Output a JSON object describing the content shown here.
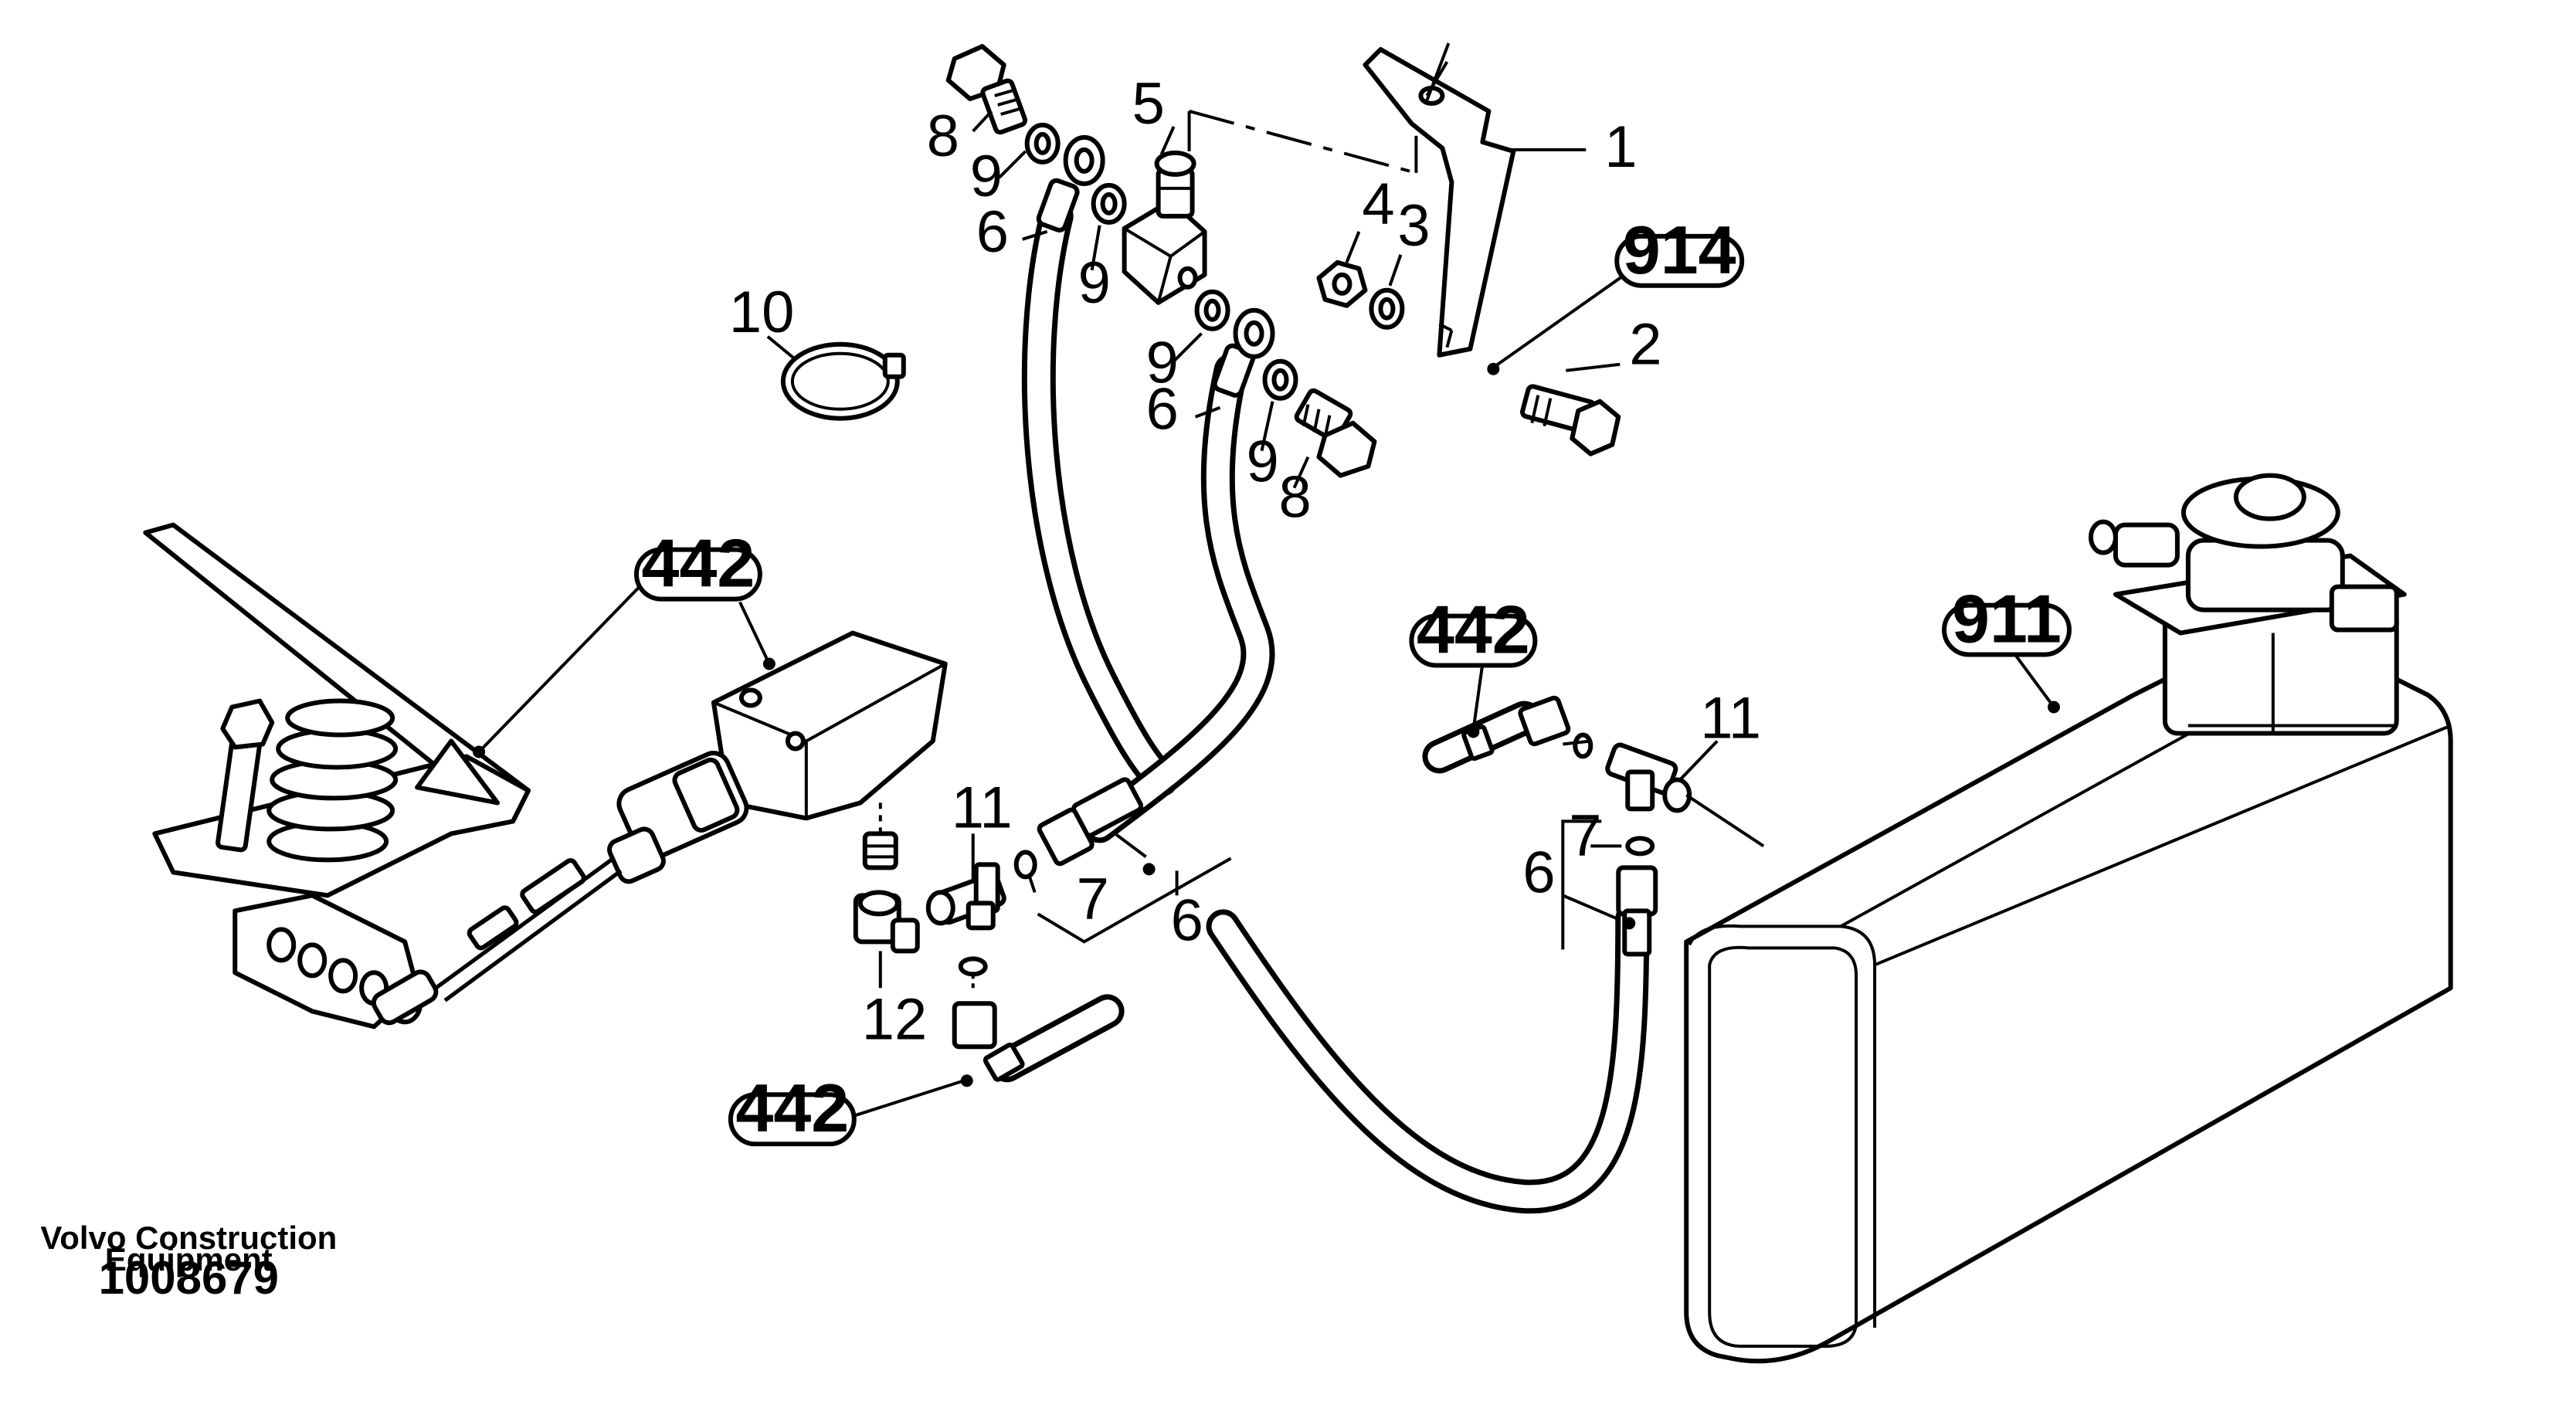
{
  "callouts": {
    "c1": "1",
    "c2": "2",
    "c3": "3",
    "c4": "4",
    "c5": "5",
    "c6a": "6",
    "c6b": "6",
    "c6c": "6",
    "c6d": "6",
    "c7a": "7",
    "c7b": "7",
    "c8a": "8",
    "c8b": "8",
    "c9a": "9",
    "c9b": "9",
    "c9c": "9",
    "c9d": "9",
    "c10": "10",
    "c11a": "11",
    "c11b": "11",
    "c12": "12"
  },
  "references": {
    "r914": "914",
    "r442a": "442",
    "r442b": "442",
    "r442c": "442",
    "r911": "911"
  },
  "footer": {
    "company_line1": "Volvo Construction",
    "company_line2": "Equipment",
    "document_number": "1008679"
  }
}
